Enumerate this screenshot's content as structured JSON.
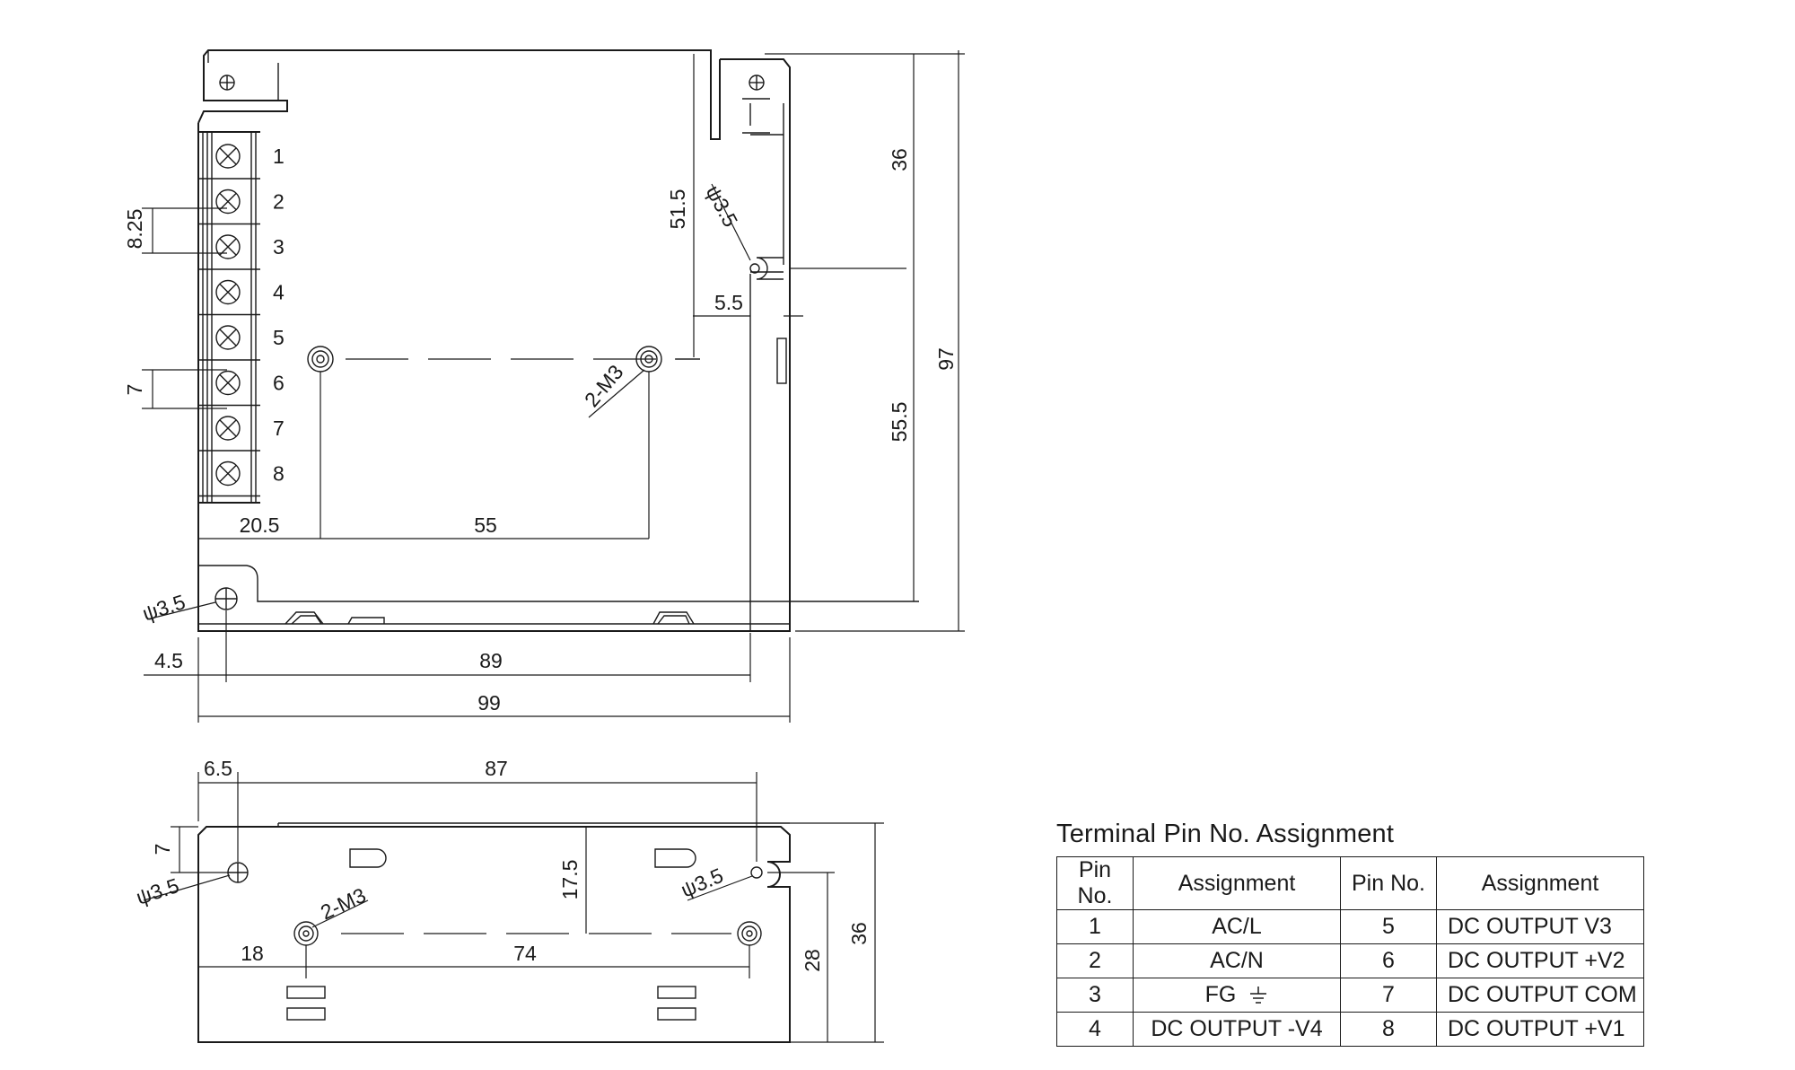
{
  "top_view": {
    "pin_numbers": [
      "1",
      "2",
      "3",
      "4",
      "5",
      "6",
      "7",
      "8"
    ],
    "dims": {
      "pitch": "8.25",
      "terminal_width": "7",
      "hole_top": "ψ3.5",
      "hole_left": "ψ3.5",
      "offset_top": "51.5",
      "offset_side": "5.5",
      "mount": "2-M3",
      "left_offset": "20.5",
      "mount_span": "55",
      "height_upper": "36",
      "height_lower": "55.5",
      "overall_height": "97",
      "hole_inset": "4.5",
      "hole_span": "89",
      "overall_width": "99"
    }
  },
  "side_view": {
    "dims": {
      "inset": "6.5",
      "hole_span": "87",
      "hole_height": "7",
      "hole_left": "ψ3.5",
      "hole_right": "ψ3.5",
      "mount": "2-M3",
      "mount_height": "17.5",
      "mount_left": "18",
      "mount_span": "74",
      "hole_to_bottom": "28",
      "overall_height": "36"
    }
  },
  "pin_table": {
    "title": "Terminal Pin No.  Assignment",
    "headers": [
      "Pin No.",
      "Assignment",
      "Pin No.",
      "Assignment"
    ],
    "rows": [
      {
        "pin_a": "1",
        "assign_a": "AC/L",
        "pin_b": "5",
        "assign_b": "DC OUTPUT V3"
      },
      {
        "pin_a": "2",
        "assign_a": "AC/N",
        "pin_b": "6",
        "assign_b": "DC OUTPUT +V2"
      },
      {
        "pin_a": "3",
        "assign_a": "FG",
        "assign_a_icon": "ground-icon",
        "pin_b": "7",
        "assign_b": "DC OUTPUT COM"
      },
      {
        "pin_a": "4",
        "assign_a": "DC OUTPUT -V4",
        "pin_b": "8",
        "assign_b": "DC OUTPUT +V1"
      }
    ]
  }
}
